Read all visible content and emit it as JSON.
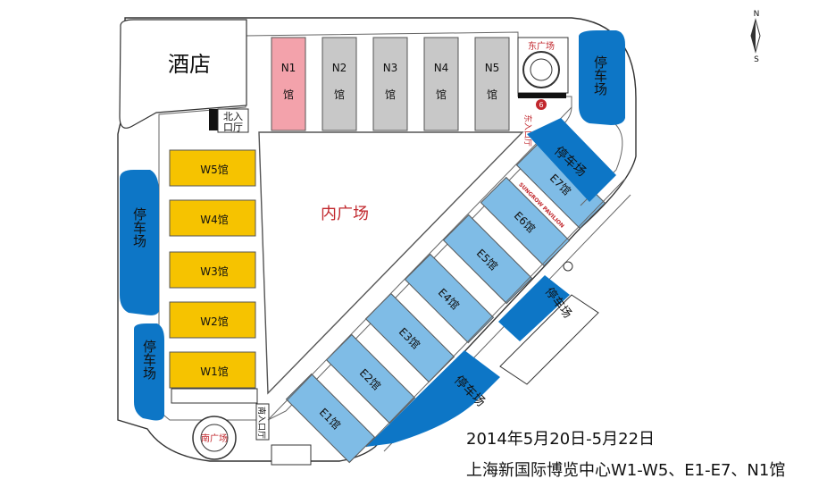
{
  "colors": {
    "north_hall": "#f3a2ab",
    "north_hall_gray": "#c8c8c8",
    "west_hall": "#f6c300",
    "east_hall": "#7fbce6",
    "parking": "#0d76c6",
    "outline": "#333333",
    "road": "#ffffff",
    "red_text": "#c1272d",
    "black_text": "#111111"
  },
  "compass": {
    "north": "N",
    "south": "S"
  },
  "hotel": {
    "label": "酒店"
  },
  "north_halls": [
    {
      "id": "N1",
      "top": "N1",
      "bottom": "馆",
      "highlight": true
    },
    {
      "id": "N2",
      "top": "N2",
      "bottom": "馆",
      "highlight": false
    },
    {
      "id": "N3",
      "top": "N3",
      "bottom": "馆",
      "highlight": false
    },
    {
      "id": "N4",
      "top": "N4",
      "bottom": "馆",
      "highlight": false
    },
    {
      "id": "N5",
      "top": "N5",
      "bottom": "馆",
      "highlight": false
    }
  ],
  "west_halls": [
    {
      "id": "W5",
      "label": "W5馆"
    },
    {
      "id": "W4",
      "label": "W4馆"
    },
    {
      "id": "W3",
      "label": "W3馆"
    },
    {
      "id": "W2",
      "label": "W2馆"
    },
    {
      "id": "W1",
      "label": "W1馆"
    }
  ],
  "east_halls": [
    {
      "id": "E1",
      "label": "E1馆"
    },
    {
      "id": "E2",
      "label": "E2馆"
    },
    {
      "id": "E3",
      "label": "E3馆"
    },
    {
      "id": "E4",
      "label": "E4馆"
    },
    {
      "id": "E5",
      "label": "E5馆"
    },
    {
      "id": "E6",
      "label": "E6馆"
    },
    {
      "id": "E7",
      "label": "E7馆"
    }
  ],
  "pavilion": {
    "label": "SUNGROW PAVILION"
  },
  "inner_plaza": {
    "label": "内广场"
  },
  "east_plaza": {
    "label": "东广场"
  },
  "south_plaza": {
    "label": "南广场"
  },
  "entrances": {
    "north": {
      "line1": "北入",
      "line2": "口厅"
    },
    "east": {
      "label": "东入口厅"
    },
    "south": {
      "label": "南入口厅"
    }
  },
  "parking_label": "停车场",
  "badge": {
    "label": "6"
  },
  "footer": {
    "dates": "2014年5月20日-5月22日",
    "venue": "上海新国际博览中心W1-W5、E1-E7、N1馆"
  }
}
